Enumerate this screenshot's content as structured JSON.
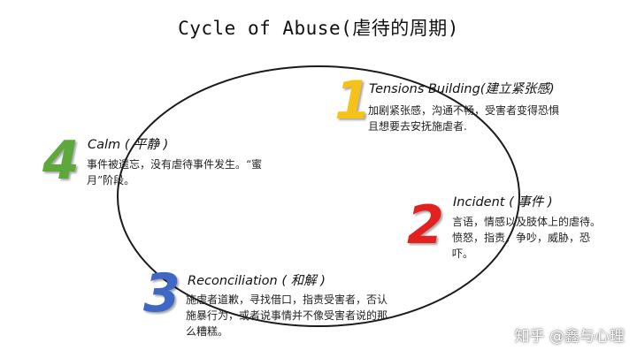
{
  "title": "Cycle of Abuse(虐待的周期)",
  "stages": [
    {
      "number": "1",
      "color": "#F6C21A",
      "title": "Tensions Building(建立紧张感)",
      "description": "加剧紧张感，沟通不畅，受害者变得恐惧且想要去安抚施虐者."
    },
    {
      "number": "2",
      "color": "#E3211F",
      "title": "Incident ( 事件 )",
      "description": "言语，情感以及肢体上的虐待。愤怒，指责，争吵，威胁，恐吓。"
    },
    {
      "number": "3",
      "color": "#3F68C4",
      "title": "Reconciliation ( 和解 )",
      "description": "施虐者道歉，寻找借口，指责受害者，否认施暴行为，或者说事情并不像受害者说的那么糟糕。"
    },
    {
      "number": "4",
      "color": "#5DA83A",
      "title": "Calm ( 平静 )",
      "description": "事件被遗忘，没有虐待事件发生。“蜜月”阶段。"
    }
  ],
  "watermark": "知乎 @鑫与心理"
}
